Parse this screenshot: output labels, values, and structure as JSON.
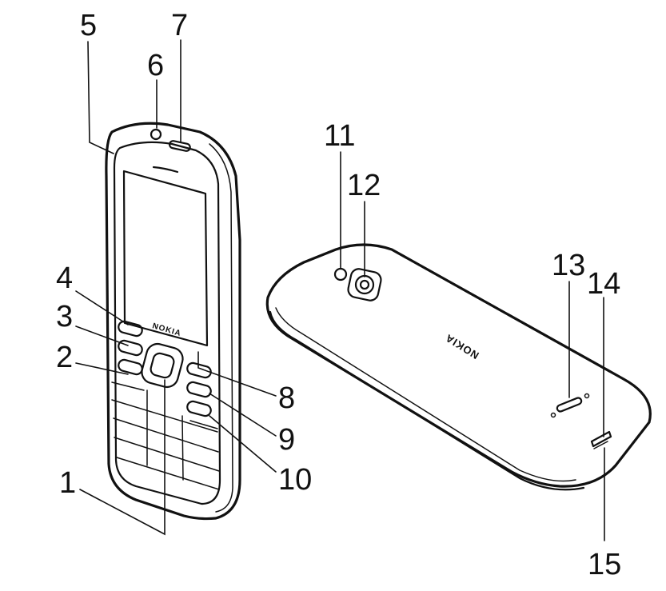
{
  "brand_front": "NOKIA",
  "brand_back": "NOKIA",
  "callouts": {
    "c1": "1",
    "c2": "2",
    "c3": "3",
    "c4": "4",
    "c5": "5",
    "c6": "6",
    "c7": "7",
    "c8": "8",
    "c9": "9",
    "c10": "10",
    "c11": "11",
    "c12": "12",
    "c13": "13",
    "c14": "14",
    "c15": "15"
  },
  "colors": {
    "line": "#111111",
    "background": "#ffffff"
  }
}
